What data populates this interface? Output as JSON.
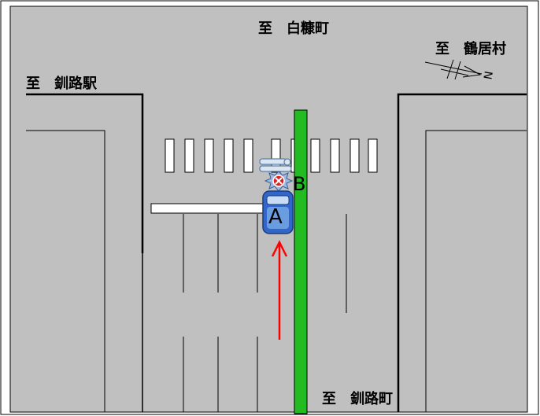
{
  "labels": {
    "to_shiratoka": "至　白糠町",
    "to_tsurui": "至　鶴居村",
    "to_kushiro_station": "至　釧路駅",
    "to_kushiro_town": "至　釧路町",
    "north_mark": "N"
  },
  "vehicles": {
    "car_a": "A",
    "bike_b": "B"
  },
  "colors": {
    "background": "#c0c0c0",
    "lane_line": "#000000",
    "green_lane": "#22bb22",
    "crosswalk": "#ffffff",
    "arrow": "#ff0000",
    "car_fill": "#3366cc",
    "collision_mark": "#dd2222"
  },
  "icons": {
    "collision": "crossed-circle-icon",
    "north_arrow": "north-arrow-icon"
  }
}
